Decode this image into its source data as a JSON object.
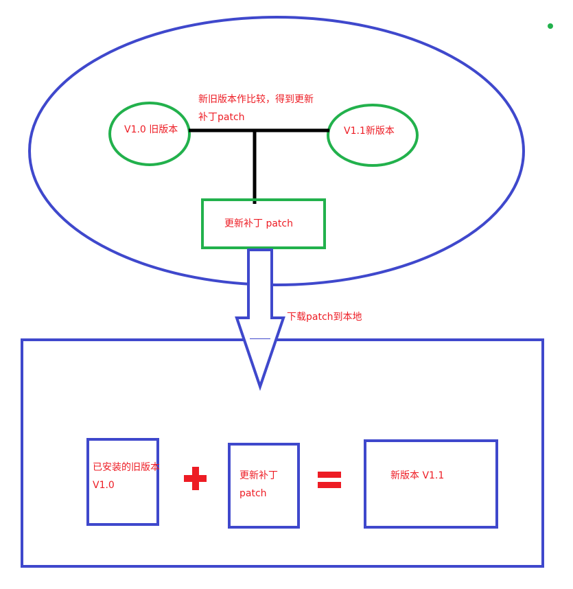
{
  "colors": {
    "blue": "#3f48cc",
    "green": "#22b14c",
    "red": "#ed1c24",
    "black": "#000000"
  },
  "labels": {
    "old_version": "V1.0 旧版本",
    "new_version": "V1.1新版本",
    "compare_line1": "新旧版本作比较，得到更新",
    "compare_line2": "补丁patch",
    "patch_box": "更新补丁 patch",
    "download": "下载patch到本地",
    "installed_line1": "已安装的旧版本",
    "installed_line2": "V1.0",
    "patch_line1": "更新补丁",
    "patch_line2": "patch",
    "result": "新版本 V1.1"
  }
}
